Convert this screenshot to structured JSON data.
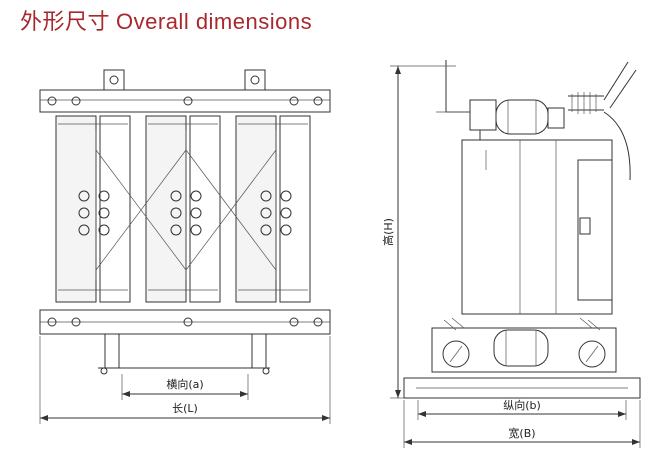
{
  "header": {
    "title_cn": "外形尺寸",
    "title_en": "Overall dimensions"
  },
  "front_view": {
    "dim_inner": "横向(a)",
    "dim_outer": "长(L)"
  },
  "side_view": {
    "dim_height": "高(H)",
    "dim_inner": "纵向(b)",
    "dim_outer": "宽(B)"
  }
}
